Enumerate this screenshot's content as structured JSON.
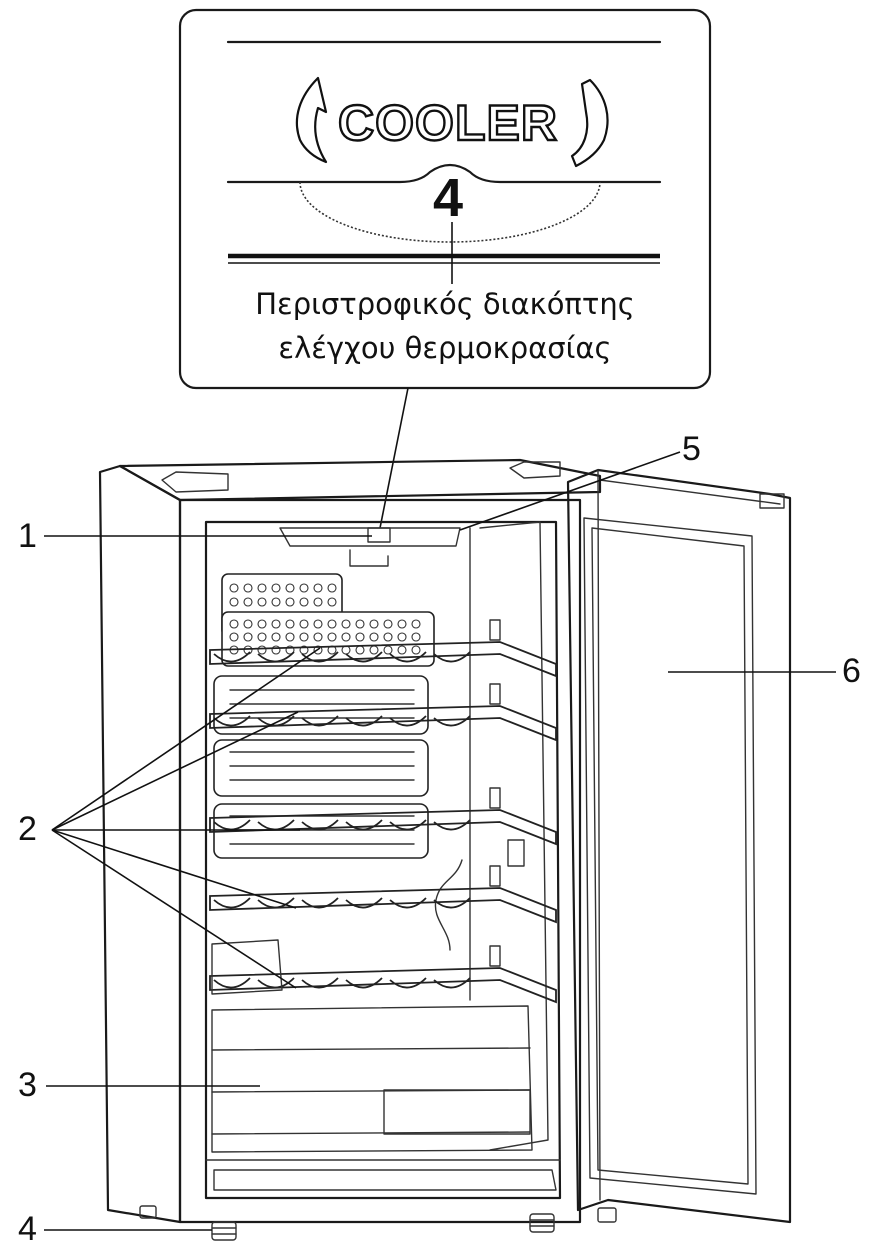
{
  "zoom_box": {
    "brand_label": "COOLER",
    "dial_setting": "4",
    "caption_line1": "Περιστροφικός διακόπτης",
    "caption_line2": "ελέγχου θερμοκρασίας"
  },
  "callouts": {
    "c1": "1",
    "c2": "2",
    "c3": "3",
    "c4": "4",
    "c5": "5",
    "c6": "6"
  }
}
